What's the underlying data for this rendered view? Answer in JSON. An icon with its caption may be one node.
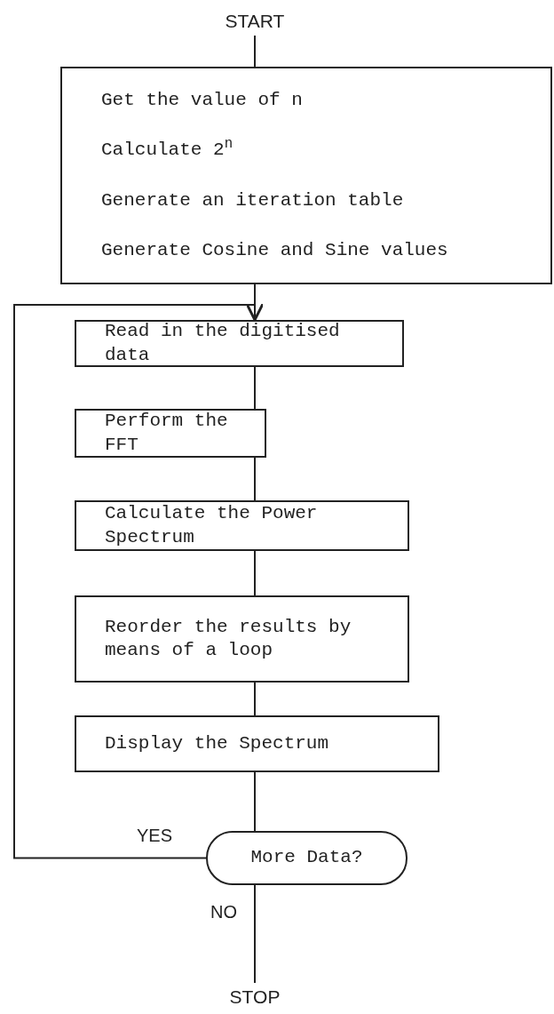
{
  "diagram": {
    "nodes": [
      {
        "text": [
          "START"
        ]
      },
      {
        "text": [
          "Get the value of n",
          "Calculate 2$^{n}$",
          "Generate an iteration table",
          "Generate Cosine and Sine values"
        ]
      },
      {
        "text": [
          "Read in the digitised data"
        ]
      },
      {
        "text": [
          "Perform the FFT"
        ]
      },
      {
        "text": [
          "Calculate the Power Spectrum"
        ]
      },
      {
        "text": [
          "Reorder the results by means of a loop"
        ]
      },
      {
        "text": [
          "Display the Spectrum"
        ]
      },
      {
        "text": [
          "More Data?"
        ]
      },
      {
        "text": [
          "STOP"
        ]
      }
    ],
    "edges": [
      {
        "from": 0,
        "to": 1,
        "arrow": "none"
      },
      {
        "from": 1,
        "to": 2,
        "arrow": "none"
      },
      {
        "from": 2,
        "to": 3,
        "arrow": "none"
      },
      {
        "from": 3,
        "to": 4,
        "arrow": "none"
      },
      {
        "from": 4,
        "to": 5,
        "arrow": "none"
      },
      {
        "from": 5,
        "to": 6,
        "arrow": "none"
      },
      {
        "from": 6,
        "to": 7,
        "arrow": "none"
      },
      {
        "from": 7,
        "to": 2,
        "arrow": "to",
        "label": "YES"
      },
      {
        "from": 7,
        "to": 8,
        "arrow": "none",
        "label": "NO"
      }
    ]
  }
}
